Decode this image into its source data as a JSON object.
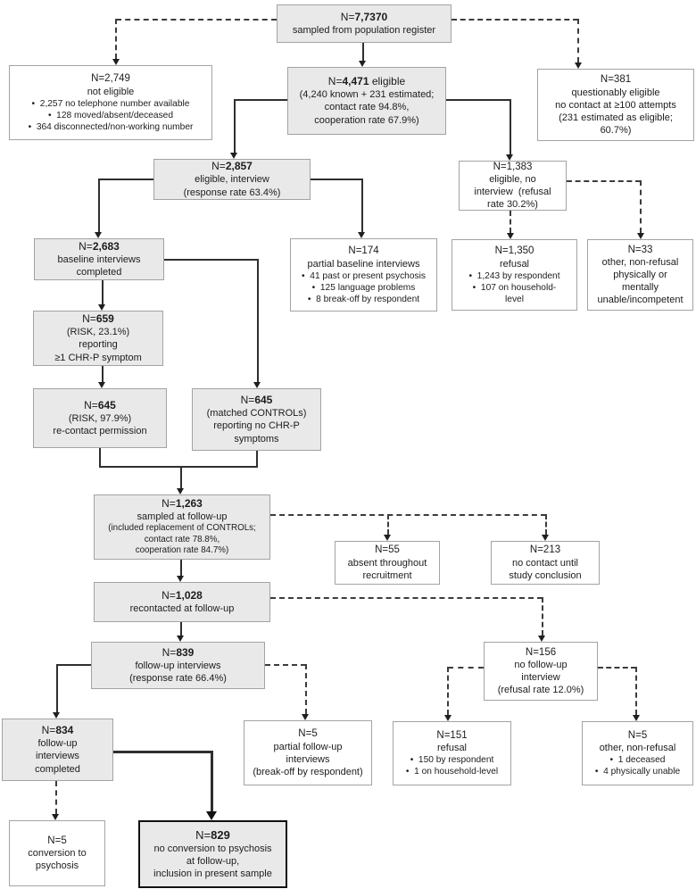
{
  "labels": {
    "n_prefix": "N="
  },
  "boxes": {
    "top": {
      "n": "7,7370",
      "suffix": "",
      "lines": [
        "sampled from population register"
      ]
    },
    "noteligible": {
      "n": "2,749",
      "suffix": "",
      "lines": [
        "not eligible",
        "•  2,257 no telephone number available",
        "•  128 moved/absent/deceased",
        "•  364 disconnected/non-working number"
      ]
    },
    "eligible": {
      "n": "4,471",
      "suffix": " eligible",
      "lines": [
        "(4,240 known + 231 estimated;",
        "contact rate 94.8%,",
        "cooperation rate 67.9%)"
      ]
    },
    "questionably": {
      "n": "381",
      "suffix": "",
      "lines": [
        "questionably eligible",
        "no contact at ≥100 attempts",
        "(231 estimated as eligible;",
        "60.7%)"
      ]
    },
    "eligintv": {
      "n": "2,857",
      "suffix": "",
      "lines": [
        "eligible, interview",
        "(response rate 63.4%)"
      ]
    },
    "elignointv": {
      "n": "1,383",
      "suffix": "",
      "lines": [
        "eligible, no",
        "interview  (refusal",
        "rate 30.2%)"
      ]
    },
    "baseline": {
      "n": "2,683",
      "suffix": "",
      "lines": [
        "baseline interviews",
        "completed"
      ]
    },
    "partialbase": {
      "n": "174",
      "suffix": "",
      "lines": [
        "partial baseline interviews",
        "•  41 past or present psychosis",
        "•  125 language problems",
        "•  8 break-off by respondent"
      ]
    },
    "refusal1350": {
      "n": "1,350",
      "suffix": "",
      "lines": [
        "refusal",
        "•  1,243 by respondent",
        "•  107 on household-",
        "level"
      ]
    },
    "other33": {
      "n": "33",
      "suffix": "",
      "lines": [
        "other, non-refusal",
        "physically or",
        "mentally",
        "unable/incompetent"
      ]
    },
    "risk659": {
      "n": "659",
      "suffix": "",
      "lines": [
        "(RISK, 23.1%)",
        "reporting",
        "≥1 CHR-P symptom"
      ]
    },
    "risk645": {
      "n": "645",
      "suffix": "",
      "lines": [
        "(RISK, 97.9%)",
        "re-contact permission"
      ]
    },
    "controls645": {
      "n": "645",
      "suffix": "",
      "lines": [
        "(matched CONTROLs)",
        "reporting no CHR-P",
        "symptoms"
      ]
    },
    "sampledfu": {
      "n": "1,263",
      "suffix": "",
      "lines": [
        "sampled at follow-up",
        "(included replacement of CONTROLs;",
        "contact rate 78.8%,",
        "cooperation rate 84.7%)"
      ]
    },
    "absent55": {
      "n": "55",
      "suffix": "",
      "lines": [
        "absent throughout",
        "recruitment"
      ]
    },
    "nocontact213": {
      "n": "213",
      "suffix": "",
      "lines": [
        "no contact until",
        "study conclusion"
      ]
    },
    "recontacted": {
      "n": "1,028",
      "suffix": "",
      "lines": [
        "recontacted at follow-up"
      ]
    },
    "fu839": {
      "n": "839",
      "suffix": "",
      "lines": [
        "follow-up interviews",
        "(response rate 66.4%)"
      ]
    },
    "nofu156": {
      "n": "156",
      "suffix": "",
      "lines": [
        "no follow-up",
        "interview",
        "(refusal rate 12.0%)"
      ]
    },
    "comp834": {
      "n": "834",
      "suffix": "",
      "lines": [
        "follow-up",
        "interviews",
        "completed"
      ]
    },
    "partial5": {
      "n": "5",
      "suffix": "",
      "lines": [
        "partial follow-up",
        "interviews",
        "(break-off by respondent)"
      ]
    },
    "refusal151": {
      "n": "151",
      "suffix": "",
      "lines": [
        "refusal",
        "•  150 by respondent",
        "•  1 on household-level"
      ]
    },
    "other5": {
      "n": "5",
      "suffix": "",
      "lines": [
        "other, non-refusal",
        "•  1 deceased",
        "•  4 physically unable"
      ]
    },
    "conv5": {
      "n": "5",
      "suffix": "",
      "lines": [
        "conversion to",
        "psychosis"
      ]
    },
    "final829": {
      "n": "829",
      "suffix": "",
      "lines": [
        "no conversion to psychosis",
        "at follow-up,",
        "inclusion in present sample"
      ]
    }
  },
  "style": {
    "box_fill_gray": "#e9e9e9",
    "box_border": "#a3a3a3",
    "final_border": "#111111",
    "line_color": "#2f2f2f"
  }
}
